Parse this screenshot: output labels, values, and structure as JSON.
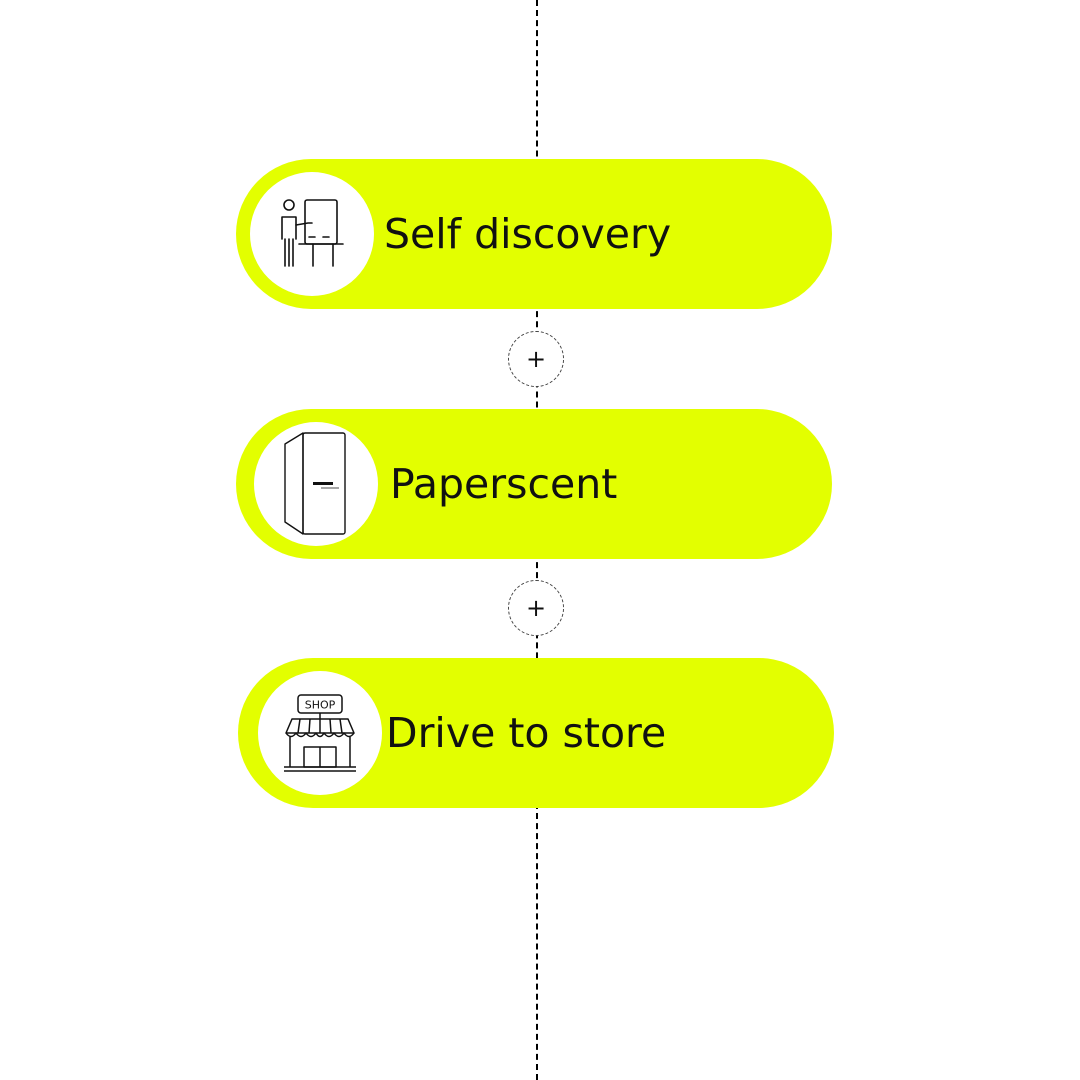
{
  "theme": {
    "accent": "#e3ff00",
    "line": "#000000",
    "background": "#ffffff"
  },
  "steps": [
    {
      "label": "Self discovery",
      "icon": "presenter-board-icon"
    },
    {
      "label": "Paperscent",
      "icon": "paperscent-box-icon"
    },
    {
      "label": "Drive to store",
      "icon": "shop-storefront-icon"
    }
  ],
  "connectors": [
    {
      "symbol": "+"
    },
    {
      "symbol": "+"
    }
  ],
  "shop_sign": "SHOP"
}
